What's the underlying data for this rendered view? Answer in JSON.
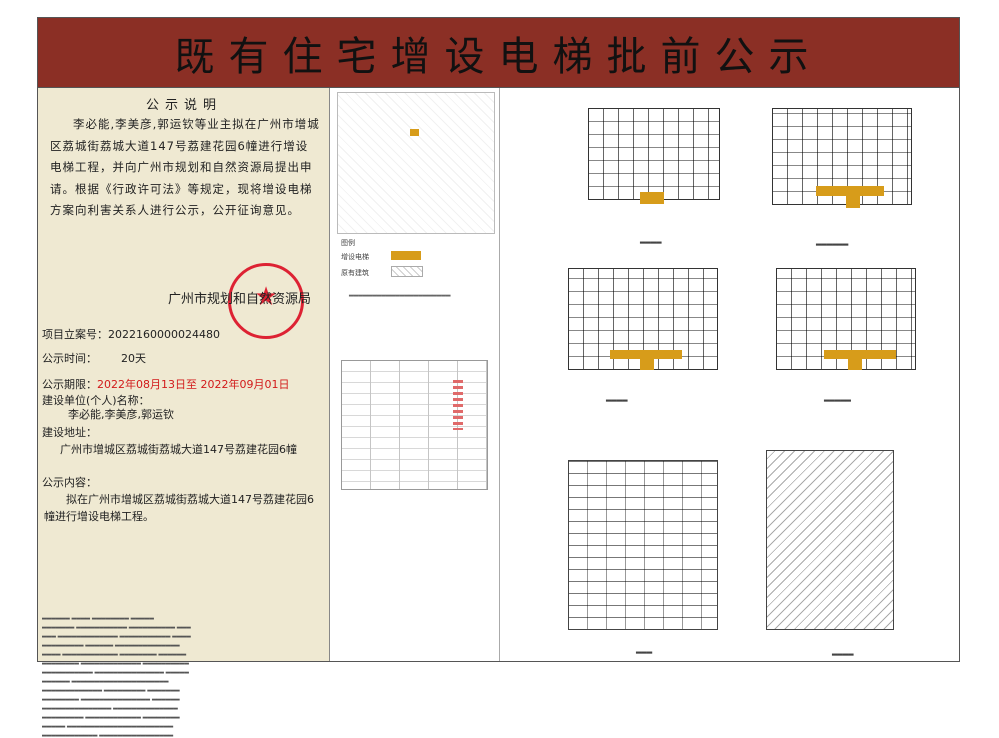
{
  "title": "既有住宅增设电梯批前公示",
  "notice": {
    "heading": "公示说明",
    "paragraph": "李必能,李美彦,郭运钦等业主拟在广州市增城区荔城街荔城大道147号荔建花园6幢进行增设电梯工程，并向广州市规划和自然资源局提出申请。根据《行政许可法》等规定，现将增设电梯方案向利害关系人进行公示，公开征询意见。",
    "authority": "广州市规划和自然资源局",
    "project_no_label": "项目立案号：",
    "project_no": "2022160000024480",
    "period_label": "公示时间：",
    "period": "20天",
    "dates_label": "公示期限：",
    "dates": "2022年08月13日至 2022年09月01日",
    "applicant_label": "建设单位(个人)名称：",
    "applicant": "李必能,李美彦,郭运钦",
    "location_label": "建设地址：",
    "location": "广州市增城区荔城街荔城大道147号荔建花园6幢",
    "content_label": "公示内容：",
    "content": "拟在广州市增城区荔城街荔城大道147号荔建花园6幢进行增设电梯工程。"
  },
  "legend": {
    "title": "图例",
    "items": [
      {
        "label": "增设电梯",
        "color": "#d79c1a"
      },
      {
        "label": "原有建筑",
        "color": "#ffffff"
      }
    ]
  },
  "colors": {
    "title_bar": "#8b2f25",
    "notice_bg": "#efe9d2",
    "elevator": "#d79c1a",
    "date_red": "#d21a1a",
    "stamp_red": "#dd2233"
  }
}
